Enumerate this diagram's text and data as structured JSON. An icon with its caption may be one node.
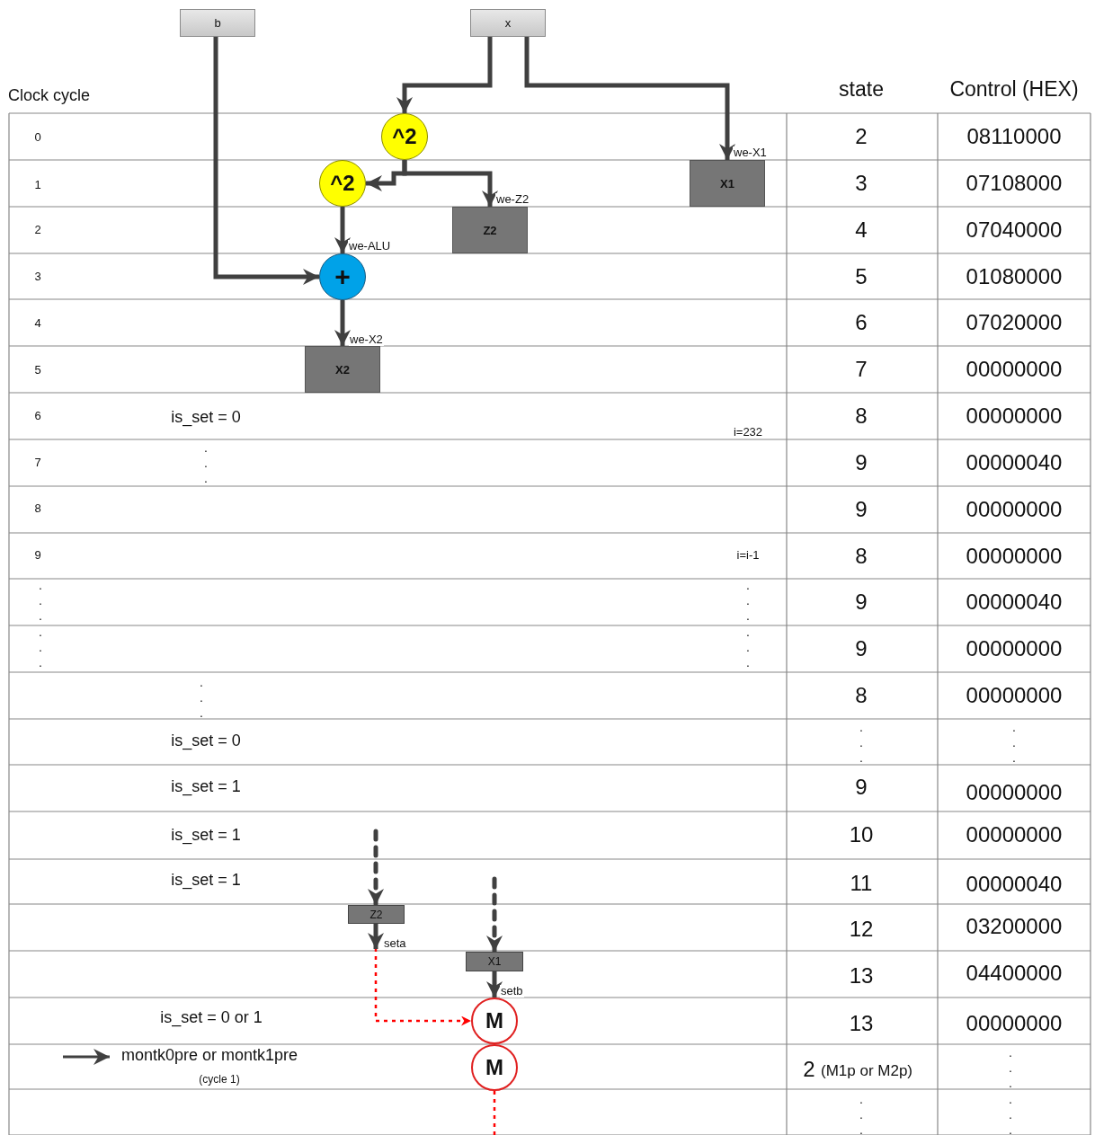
{
  "diagram": {
    "nodes": [
      {
        "text": [
          "b"
        ]
      },
      {
        "text": [
          "x"
        ]
      },
      {
        "text": [
          "^2"
        ]
      },
      {
        "text": [
          "^2"
        ]
      },
      {
        "text": [
          "X1"
        ]
      },
      {
        "text": [
          "Z2"
        ]
      },
      {
        "text": [
          "+"
        ]
      },
      {
        "text": [
          "X2"
        ]
      },
      {
        "text": [
          "Z2"
        ]
      },
      {
        "text": [
          "X1"
        ]
      },
      {
        "text": [
          "M"
        ]
      },
      {
        "text": [
          "M"
        ]
      }
    ],
    "edges": [
      {
        "from": 0,
        "to": 6,
        "arrow": "to"
      },
      {
        "from": 1,
        "to": 2,
        "arrow": "to"
      },
      {
        "from": 1,
        "to": 4,
        "arrow": "to",
        "label": "we-X1"
      },
      {
        "from": 2,
        "to": 3,
        "arrow": "to"
      },
      {
        "from": 2,
        "to": 5,
        "arrow": "to",
        "label": "we-Z2"
      },
      {
        "from": 3,
        "to": 6,
        "arrow": "to",
        "label": "we-ALU"
      },
      {
        "from": 6,
        "to": 7,
        "arrow": "to",
        "label": "we-X2"
      },
      {
        "from": null,
        "to": 8,
        "arrow": "to",
        "style": "dashed"
      },
      {
        "from": null,
        "to": 9,
        "arrow": "to",
        "style": "dashed"
      },
      {
        "from": 8,
        "to": null,
        "arrow": "to",
        "label": "seta"
      },
      {
        "from": 8,
        "to": 10,
        "arrow": "to",
        "style": "dashed",
        "color": "#ff0000"
      },
      {
        "from": 9,
        "to": 10,
        "arrow": "to",
        "label": "setb"
      },
      {
        "from": 11,
        "to": null,
        "arrow": "none",
        "style": "dashed",
        "color": "#ff0000"
      }
    ],
    "labels": [
      "Clock cycle",
      "state",
      "Control (HEX)",
      "0",
      "2",
      "08110000",
      "1",
      "3",
      "07108000",
      "2",
      "4",
      "07040000",
      "3",
      "5",
      "01080000",
      "4",
      "6",
      "07020000",
      "5",
      "7",
      "00000000",
      "6",
      "is_set = 0",
      "i=232",
      "8",
      "00000000",
      "7",
      ". . .",
      "9",
      "00000040",
      "8",
      "9",
      "00000000",
      "9",
      "i=i-1",
      "8",
      "00000000",
      ". . .",
      ". . .",
      "9",
      "00000040",
      ". . .",
      ". . .",
      "9",
      "00000000",
      ". . .",
      "8",
      "00000000",
      "is_set = 0",
      ". . .",
      ". . .",
      "is_set = 1",
      "9",
      "00000000",
      "is_set = 1",
      "10",
      "00000000",
      "is_set = 1",
      "11",
      "00000040",
      "12",
      "03200000",
      "13",
      "04400000",
      "is_set = 0 or 1",
      "13",
      "00000000",
      "(cycle 1)",
      "2",
      "(M1p or M2p)",
      ". . .",
      ". . .",
      ". . ."
    ],
    "legend": [
      {
        "text": "montk0pre or montk1pre"
      }
    ]
  }
}
